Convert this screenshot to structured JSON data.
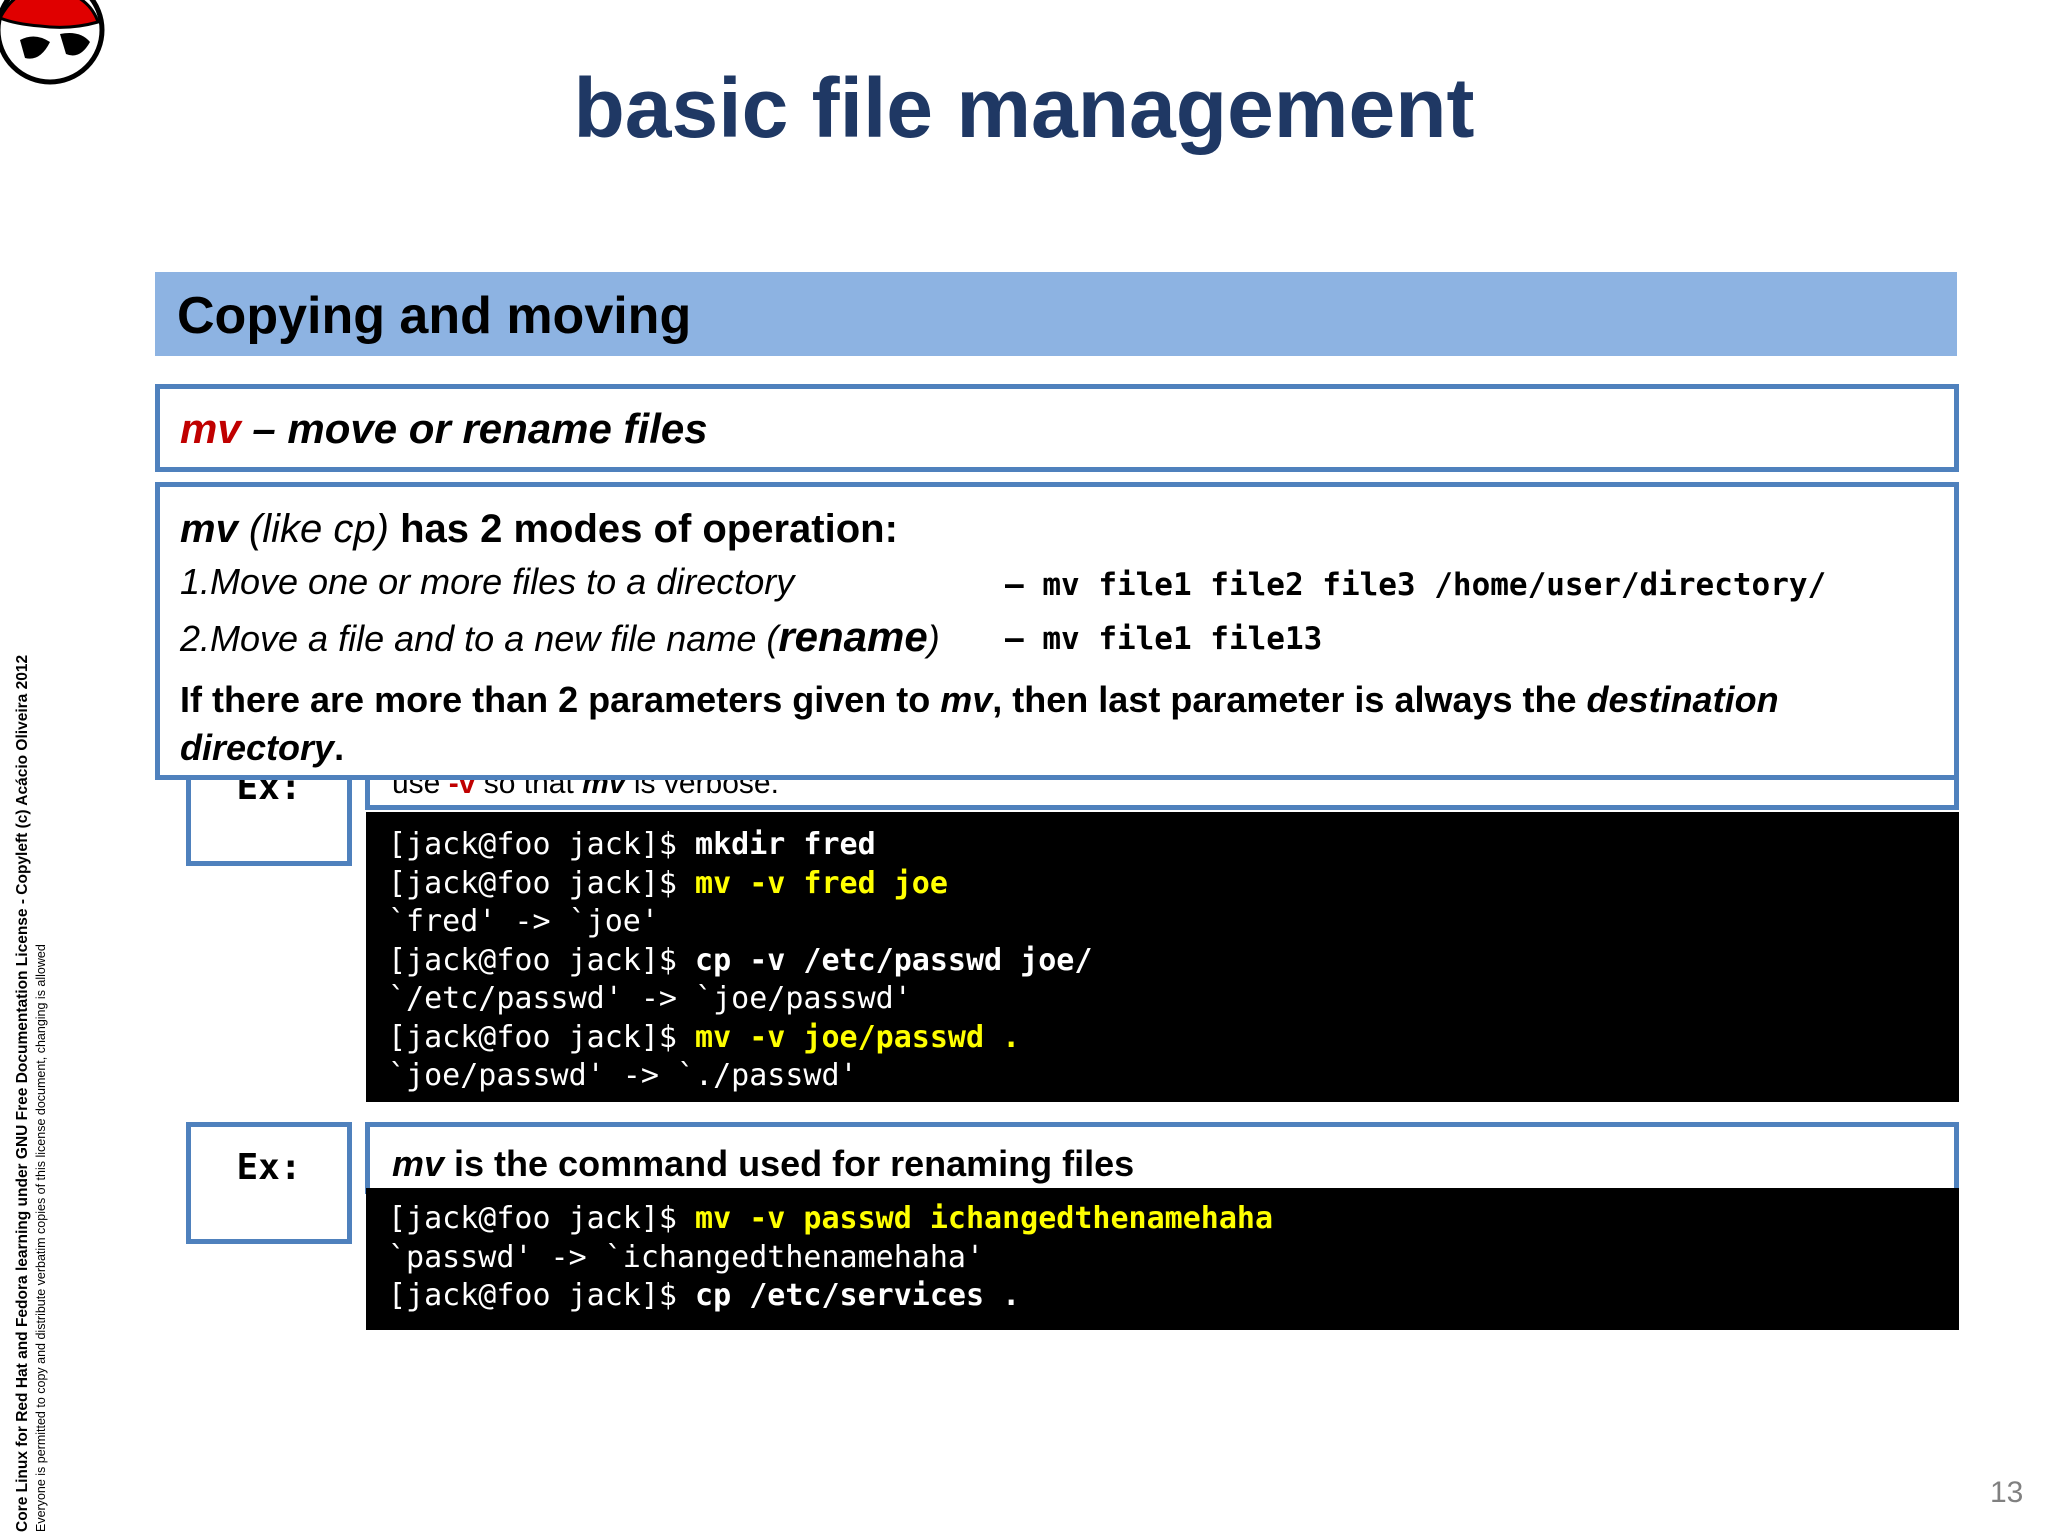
{
  "title": "basic file management",
  "section": {
    "title": "Copying and moving"
  },
  "mv_header": {
    "command": "mv",
    "description": " – move or rename files"
  },
  "modes": {
    "cmd": "mv",
    "like": " (like cp)",
    "heading_rest": " has 2 modes of operation:",
    "mode1_text": "1.Move one or more files to a directory",
    "mode1_cmd": "– mv file1 file2 file3 /home/user/directory/",
    "mode2_prefix": "2.Move a file and to a new file name (",
    "mode2_bold": "rename",
    "mode2_suffix": ")",
    "mode2_cmd": "– mv file1 file13",
    "note_pre": "If there are more than 2 parameters given to ",
    "note_cmd": "mv",
    "note_mid": ", then last parameter is always the ",
    "note_dest": "destination",
    "note_line2_word": "directory",
    "note_line2_end": "."
  },
  "example1": {
    "label": "Ex:",
    "desc_pre": "use ",
    "desc_flag": "-v",
    "desc_mid": " so that ",
    "desc_cmd": "mv",
    "desc_post": " is verbose.",
    "terminal": [
      {
        "prompt": "[jack@foo jack]$ ",
        "cmd": "mkdir fred",
        "style": "w"
      },
      {
        "prompt": "[jack@foo jack]$ ",
        "cmd": "mv -v fred joe",
        "style": "y"
      },
      {
        "prompt": "",
        "cmd": "`fred' -> `joe'",
        "style": ""
      },
      {
        "prompt": "[jack@foo jack]$ ",
        "cmd": "cp -v /etc/passwd joe/",
        "style": "w"
      },
      {
        "prompt": "",
        "cmd": "`/etc/passwd' -> `joe/passwd'",
        "style": ""
      },
      {
        "prompt": "[jack@foo jack]$ ",
        "cmd": "mv -v joe/passwd .",
        "style": "y"
      },
      {
        "prompt": "",
        "cmd": "`joe/passwd' -> `./passwd'",
        "style": ""
      }
    ]
  },
  "example2": {
    "label": "Ex:",
    "desc_cmd": "mv",
    "desc_rest": " is the command used for renaming files",
    "terminal": [
      {
        "prompt": "[jack@foo jack]$ ",
        "cmd": "mv -v passwd ichangedthenamehaha",
        "style": "y"
      },
      {
        "prompt": "",
        "cmd": "`passwd' -> `ichangedthenamehaha'",
        "style": ""
      },
      {
        "prompt": "[jack@foo jack]$ ",
        "cmd": "cp /etc/services .",
        "style": "w"
      }
    ]
  },
  "side": {
    "line1": "Core Linux for Red Hat and Fedora learning under GNU Free Documentation License  - Copyleft (c) Acácio Oliveira 2012",
    "line2": "Everyone is permitted to copy and distribute verbatim copies of this license document, changing is allowed"
  },
  "page_number": "13",
  "colors": {
    "title": "#1f3864",
    "bar": "#8db3e2",
    "border": "#4f81bd",
    "accent_red": "#c00000",
    "term_highlight": "#ffff00"
  }
}
